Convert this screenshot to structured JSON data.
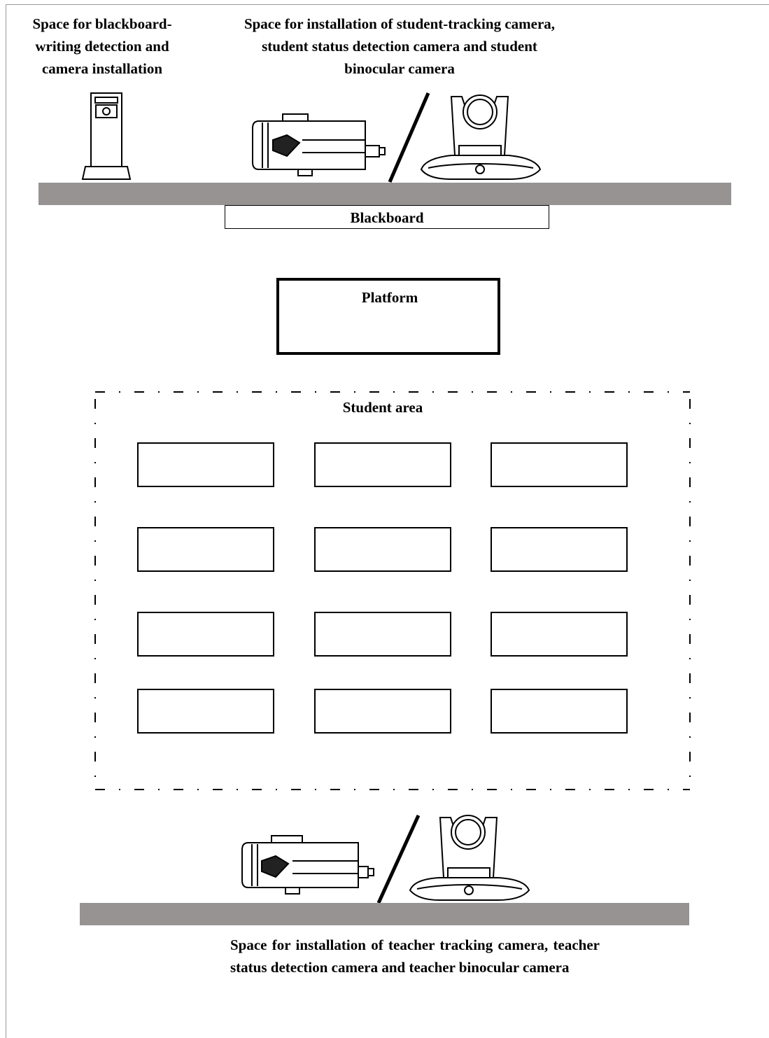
{
  "labels": {
    "blackboard_space": "Space for blackboard-writing detection and camera installation",
    "student_space": "Space for installation of student-tracking camera, student status detection camera and student binocular camera",
    "teacher_space": "Space for installation of teacher tracking camera, teacher status detection camera and teacher binocular camera"
  },
  "blackboard": "Blackboard",
  "platform": "Platform",
  "student_area": "Student area",
  "icons": {
    "detector": "writing-detection-camera-icon",
    "box_camera": "box-camera-icon",
    "ptz_camera": "ptz-camera-icon",
    "separator": "slash-separator"
  },
  "desks": {
    "rows": 4,
    "columns": 3
  },
  "colors": {
    "wall": "#979392",
    "line": "#000000"
  }
}
